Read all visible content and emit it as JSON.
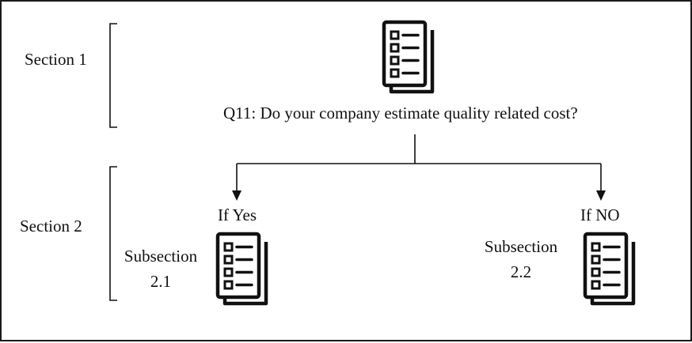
{
  "section1": {
    "label": "Section 1"
  },
  "section2": {
    "label": "Section 2"
  },
  "question": {
    "text": "Q11: Do your company estimate quality related cost?"
  },
  "branch_yes": {
    "label": "If Yes",
    "subsection_title": "Subsection",
    "subsection_number": "2.1"
  },
  "branch_no": {
    "label": "If NO",
    "subsection_title": "Subsection",
    "subsection_number": "2.2"
  },
  "icons": {
    "questionnaire": "questionnaire-document-icon"
  },
  "colors": {
    "stroke": "#111111",
    "border": "#1a1a1a",
    "background": "#ffffff"
  }
}
